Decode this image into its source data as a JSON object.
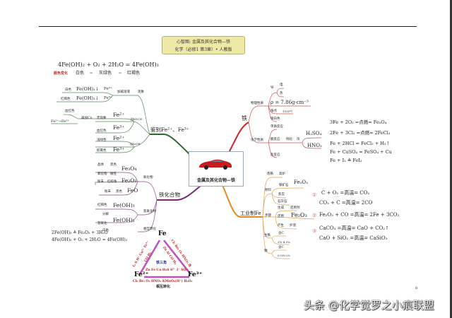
{
  "title": {
    "line1": "心智图: 金属及其化合物—铁",
    "line2": "化学（必修1 第3章）• 人教版"
  },
  "center_label": "金属及其化合物—铁",
  "top_note": {
    "equation": "4Fe(OH)₂ + O₂ + 2H₂O = 4Fe(OH)₃",
    "color_change": "颜色变化",
    "c1": "白色",
    "c2": "灰绿色",
    "c3": "红褐色",
    "arrow": "⇒"
  },
  "identify": [
    "白色",
    "Fe(OH)₂↓",
    "Fe²⁺",
    "红褐色",
    "Fe(OH)₃↓",
    "Fe³⁺",
    "加碱溶液",
    "现象",
    "血红色",
    "Fe²⁺→Fe³⁺",
    "再加Cl₂",
    "无现象",
    "Fe²⁺",
    "加KSCN",
    "血红色",
    "Fe³⁺",
    "浅绿色",
    "Fe²⁺",
    "加NaOH",
    "棕黄色",
    "Fe³⁺",
    "鉴别Fe²⁺、Fe³⁺"
  ],
  "iron": [
    "铁",
    "物理性质",
    "导",
    "电",
    "热",
    "ρ = 7.86g·cm⁻³",
    "熔点",
    "1535℃",
    "银白色",
    "化学性质",
    "单质反应",
    "酸反应",
    "钝化",
    "浓",
    "H₂SO₄",
    "HNO₃",
    "盐反应",
    "3Fe + 2O₂ =点燃= Fe₃O₄",
    "2Fe + 3Cl₂ =点燃= 2FeCl₃",
    "Fe + 2HCl = FeCl₂ + H₂↑",
    "Fe + CuSO₄ = FeSO₄ + Cu",
    "Fe + I₂ ≜ FeI₂"
  ],
  "compounds": [
    "铁化合物",
    "氧化物",
    "晶体",
    "黑色",
    "Fe₃O₄",
    "氧化物",
    "磁性",
    "粉末",
    "红棕色",
    "Fe₂O₃",
    "粉末",
    "黑色",
    "FeO",
    "氢氧化物",
    "红褐色",
    "Fe(OH)₃",
    "分解",
    "氢氧化",
    "Fe(OH)₂",
    "白色",
    "相互转化",
    "2Fe(OH)₃ ≜ Fe₂O₃ + 3H₂O",
    "4Fe(OH)₂ + O₂ + 2H₂O = 4Fe(OH)₃"
  ],
  "triangle": [
    "Fe",
    "Fe²⁺",
    "Fe³⁺",
    "铁三角",
    "Zn Fe Cu H₂S S²⁻ I⁻ SO₂",
    "Cl₂ Br₂ O₂ HNO₃ KMnO₄(H⁺) H₂O₂",
    "相互转化",
    "I₂ S H⁺ Cu²⁺ Fe³⁺",
    "CO H₂",
    "Cl₂ Br₂ O₂ HNO₃ 浓",
    "Zn Al CO H₂"
  ],
  "industry": [
    "工业制Fe",
    "炼铁",
    "高炉",
    "原料",
    "铁矿石",
    "Fe₂O₃",
    "焦炭",
    "石灰石",
    "步骤",
    "生成",
    "还原剂",
    "还原",
    "Fe₂O₃",
    "产生",
    "炉渣",
    "生铁",
    "含C",
    "2%-4.5%",
    "钢",
    "含C",
    "0.03%-2%",
    "①",
    "C + O₂ =高温= CO₂",
    "CO₂ + C =高温= 2CO",
    "②",
    "Fe₂O₃ + CO =高温= 2Fe + 3CO₂",
    "③",
    "CaCO₃ =高温= CaO + CO₂↑",
    "CaO + SiO₂ =高温= CaSiO₃"
  ],
  "page_number": "8",
  "watermark": "头条 @化学觉罗之小痕联盟",
  "colors": {
    "iron_branch": "#cc2222",
    "identify_branch": "#3a7a3a",
    "compounds_branch": "#7a2a7a",
    "industry_branch": "#e08a20",
    "triangle": "#c050c0",
    "title_bg": "#efe9a8"
  }
}
